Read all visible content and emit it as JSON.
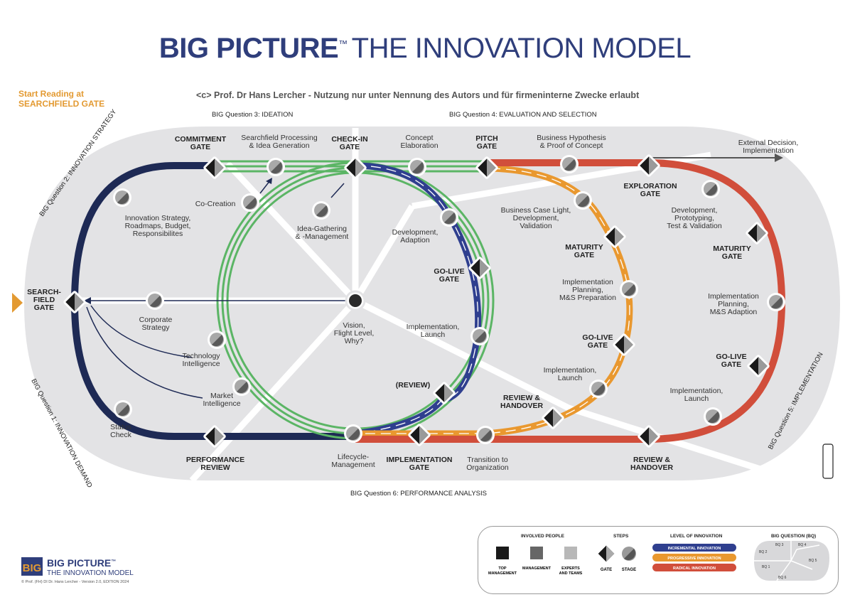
{
  "header": {
    "title_bold": "BIG PICTURE",
    "tm": "™",
    "title_rest": "THE INNOVATION MODEL",
    "copyright": "<c> Prof. Dr Hans Lercher - Nutzung nur unter Nennung des Autors und für firmeninterne Zwecke erlaubt",
    "start_line1": "Start Reading at",
    "start_line2": "SEARCHFIELD GATE"
  },
  "big_questions": {
    "bq1": "BIG Question 1: INNOVATION DEMAND",
    "bq2": "BIG Question 2: INNOVATION STRATEGY",
    "bq3": "BIG Question 3: IDEATION",
    "bq4": "BIG Question 4:  EVALUATION AND SELECTION",
    "bq5": "BIG Question 5: IMPLEMENTATION",
    "bq6": "BIG Question 6:  PERFORMANCE ANALYSIS"
  },
  "gates": {
    "searchfield": [
      "SEARCH-",
      "FIELD",
      "GATE"
    ],
    "commitment": [
      "COMMITMENT",
      "GATE"
    ],
    "checkin": [
      "CHECK-IN",
      "GATE"
    ],
    "pitch": [
      "PITCH",
      "GATE"
    ],
    "exploration": [
      "EXPLORATION",
      "GATE"
    ],
    "maturity_orange": [
      "MATURITY",
      "GATE"
    ],
    "maturity_red": [
      "MATURITY",
      "GATE"
    ],
    "golive_blue": [
      "GO-LIVE",
      "GATE"
    ],
    "golive_orange": [
      "GO-LIVE",
      "GATE"
    ],
    "golive_red": [
      "GO-LIVE",
      "GATE"
    ],
    "review_orange": [
      "REVIEW &",
      "HANDOVER"
    ],
    "review_red": [
      "REVIEW &",
      "HANDOVER"
    ],
    "performance": [
      "PERFORMANCE",
      "REVIEW"
    ],
    "implementation": [
      "IMPLEMENTATION",
      "GATE"
    ],
    "review_blue": "(REVIEW)"
  },
  "stages": {
    "searchfield_processing": [
      "Searchfield Processing",
      "& Idea Generation"
    ],
    "concept": [
      "Concept",
      "Elaboration"
    ],
    "hypothesis": [
      "Business Hypothesis",
      "& Proof of Concept"
    ],
    "external": [
      "External Decision,",
      "Implementation"
    ],
    "cocreation": "Co-Creation",
    "strategy": [
      "Innovation Strategy,",
      "Roadmaps, Budget,",
      "Responsibilites"
    ],
    "idea_gathering": [
      "Idea-Gathering",
      "& -Management"
    ],
    "development_adaption": [
      "Development,",
      "Adaption"
    ],
    "business_case": [
      "Business Case Light,",
      "Development,",
      "Validation"
    ],
    "development_proto": [
      "Development,",
      "Prototyping,",
      "Test & Validation"
    ],
    "corporate": [
      "Corporate",
      "Strategy"
    ],
    "vision": [
      "Vision,",
      "Flight Level,",
      "Why?"
    ],
    "impl_planning_orange": [
      "Implementation",
      "Planning,",
      "M&S Preparation"
    ],
    "impl_planning_red": [
      "Implementation",
      "Planning,",
      "M&S Adaption"
    ],
    "technology": [
      "Technology",
      "Intelligence"
    ],
    "impl_launch_blue": [
      "Implementation,",
      "Launch"
    ],
    "impl_launch_orange": [
      "Implementation,",
      "Launch"
    ],
    "impl_launch_red": [
      "Implementation,",
      "Launch"
    ],
    "market": [
      "Market",
      "Intelligence"
    ],
    "status": [
      "Status",
      "Check"
    ],
    "lifecycle": [
      "Lifecycle-",
      "Management"
    ],
    "transition": [
      "Transition to",
      "Organization"
    ]
  },
  "legend": {
    "involved_people": "INVOLVED PEOPLE",
    "steps": "STEPS",
    "level": "LEVEL OF INNOVATION",
    "bq": "BIG QUESTION (BQ)",
    "top_management": [
      "TOP",
      "MANAGEMENT"
    ],
    "management": "MANAGEMENT",
    "experts": [
      "EXPERTS",
      "AND TEAMS"
    ],
    "gate": "GATE",
    "stage": "STAGE",
    "incremental": "INCREMENTAL INNOVATION",
    "progressive": "PROGRESSIVE INNOVATION",
    "radical": "RADICAL INNOVATION",
    "bq_labels": [
      "BQ 2",
      "BQ 3",
      "BQ 4",
      "BQ 1",
      "BQ 5",
      "BQ 6"
    ]
  },
  "logo": {
    "mark": "BIG",
    "line1": "BIG PICTURE",
    "tm": "™",
    "line2": "THE INNOVATION MODEL",
    "footer": "© Prof. (FH) DI Dr. Hans Lercher - Version 2.0, EDITION 2024"
  },
  "colors": {
    "navy": "#1e2a55",
    "green": "#5bb565",
    "blue": "#2f3f8f",
    "orange": "#e9982f",
    "red": "#d14e3b",
    "gray_bg": "#e3e3e5",
    "title": "#2f3e7b",
    "accent": "#e39a32"
  }
}
